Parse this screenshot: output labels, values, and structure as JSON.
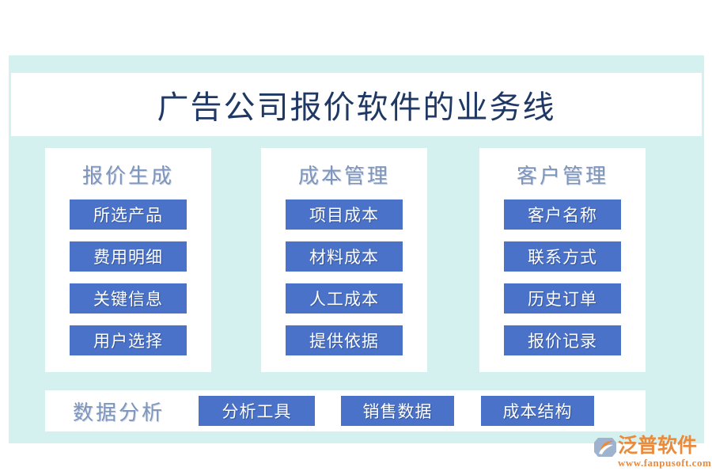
{
  "theme": {
    "panel_bg": "#d4f1f0",
    "card_bg": "#ffffff",
    "chip_bg": "#4a72c8",
    "chip_text": "#ffffff",
    "title_color": "#1f3864",
    "header_color": "#7f96bc",
    "logo_color": "#e98a3c"
  },
  "title": "广告公司报价软件的业务线",
  "columns": [
    {
      "header": "报价生成",
      "items": [
        "所选产品",
        "费用明细",
        "关键信息",
        "用户选择"
      ]
    },
    {
      "header": "成本管理",
      "items": [
        "项目成本",
        "材料成本",
        "人工成本",
        "提供依据"
      ]
    },
    {
      "header": "客户管理",
      "items": [
        "客户名称",
        "联系方式",
        "历史订单",
        "报价记录"
      ]
    }
  ],
  "bottom": {
    "label": "数据分析",
    "items": [
      "分析工具",
      "销售数据",
      "成本结构"
    ]
  },
  "logo": {
    "name": "泛普软件",
    "url": "www.fanpusoft.com"
  }
}
